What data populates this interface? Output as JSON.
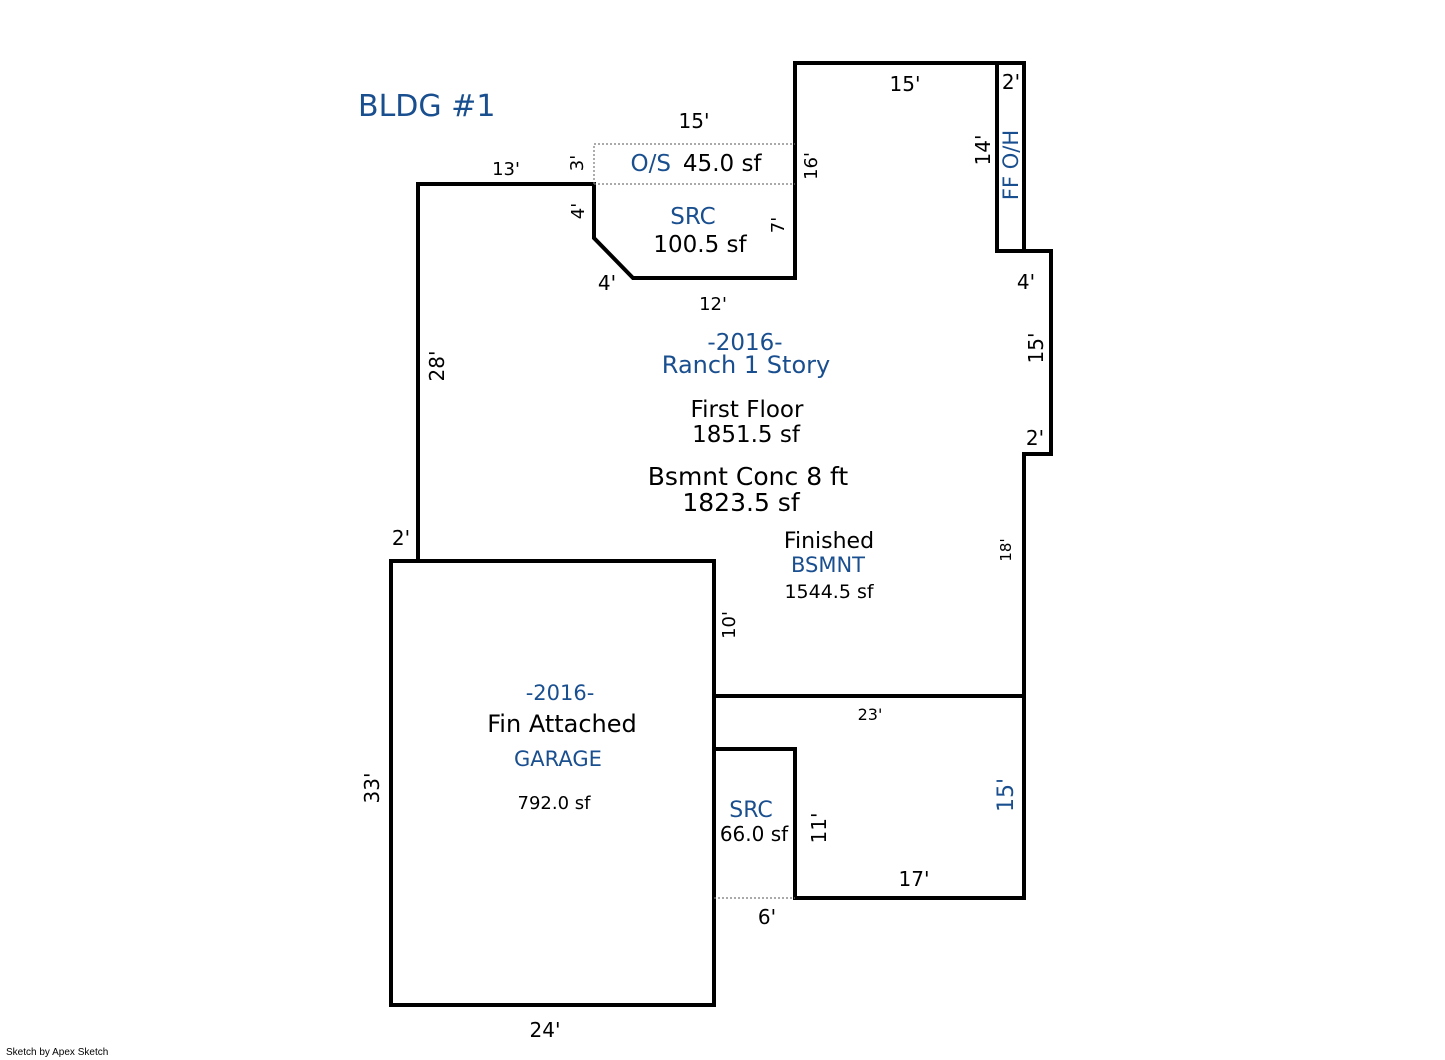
{
  "building_title": "BLDG #1",
  "footer": "Sketch by Apex Sketch",
  "dimensions": {
    "top_os_width": "15'",
    "top_right_width": "15'",
    "ffoh_width": "2'",
    "ffoh_height": "14'",
    "os_depth": "3'",
    "src_right_height": "16'",
    "main_top_width": "13'",
    "src_left_upper": "4'",
    "src_right_lower": "7'",
    "src_diag": "4'",
    "src_bottom": "12'",
    "right_jog_top": "4'",
    "right_upper": "15'",
    "right_jog_bottom": "2'",
    "main_left": "28'",
    "left_jog": "2'",
    "right_lower": "18'",
    "garage_join": "10'",
    "patio_top": "23'",
    "patio_right": "15'",
    "src2_height": "11'",
    "patio_bottom": "17'",
    "src2_bottom": "6'",
    "garage_left": "33'",
    "garage_bottom": "24'"
  },
  "areas": {
    "os": {
      "label": "O/S",
      "area": "45.0 sf"
    },
    "src_top": {
      "label": "SRC",
      "area": "100.5 sf"
    },
    "ffoh": {
      "label": "FF O/H"
    },
    "main": {
      "year": "-2016-",
      "style": "Ranch 1 Story",
      "floor_label": "First Floor",
      "floor_area": "1851.5 sf",
      "bsmnt_label": "Bsmnt Conc 8 ft",
      "bsmnt_area": "1823.5 sf",
      "finished_label": "Finished",
      "finished_type": "BSMNT",
      "finished_area": "1544.5 sf"
    },
    "garage": {
      "year": "-2016-",
      "type": "Fin Attached",
      "name": "GARAGE",
      "area": "792.0 sf"
    },
    "src_bottom": {
      "label": "SRC",
      "area": "66.0 sf"
    }
  },
  "colors": {
    "label_blue": "#1a4f8f",
    "wall": "#000000"
  }
}
